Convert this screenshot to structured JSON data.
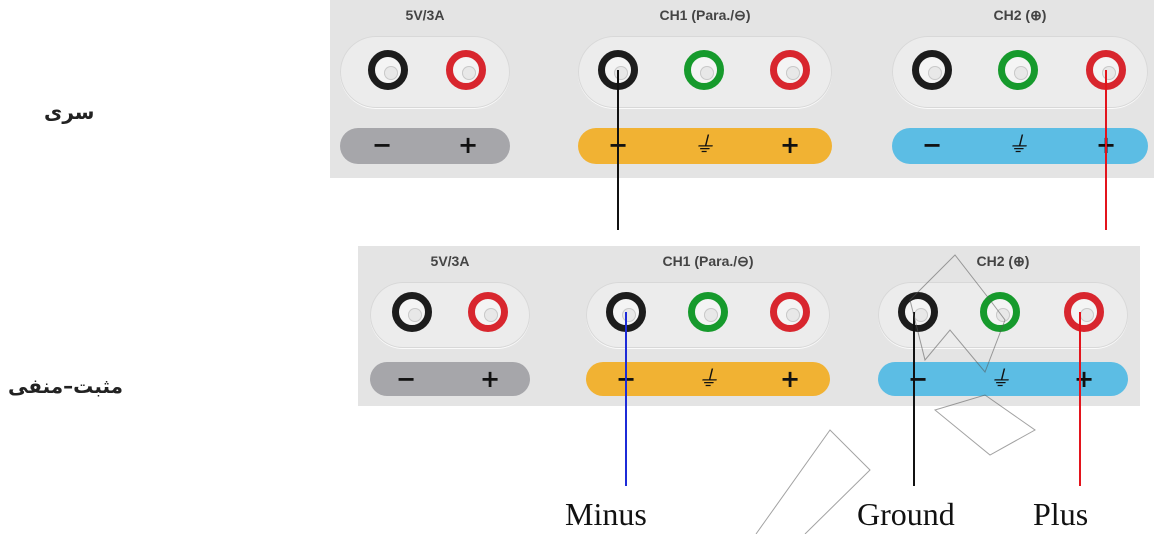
{
  "rows": [
    {
      "mode_label": "سری",
      "channels": [
        {
          "title": "5V/3A",
          "terminals": [
            "black",
            "red"
          ],
          "strip_color": "#a6a6aa",
          "symbols": [
            "−",
            "+"
          ]
        },
        {
          "title": "CH1 (Para./⊖)",
          "terminals": [
            "black",
            "green",
            "red"
          ],
          "strip_color": "#f1b233",
          "symbols": [
            "−",
            "ground",
            "+"
          ]
        },
        {
          "title": "CH2 (⊕)",
          "terminals": [
            "black",
            "green",
            "red"
          ],
          "strip_color": "#5cbde4",
          "symbols": [
            "−",
            "ground",
            "+"
          ]
        }
      ]
    },
    {
      "mode_label": "مثبت–منفی",
      "channels": [
        {
          "title": "5V/3A",
          "terminals": [
            "black",
            "red"
          ],
          "strip_color": "#a6a6aa",
          "symbols": [
            "−",
            "+"
          ]
        },
        {
          "title": "CH1 (Para./⊖)",
          "terminals": [
            "black",
            "green",
            "red"
          ],
          "strip_color": "#f1b233",
          "symbols": [
            "−",
            "ground",
            "+"
          ]
        },
        {
          "title": "CH2 (⊕)",
          "terminals": [
            "black",
            "green",
            "red"
          ],
          "strip_color": "#5cbde4",
          "symbols": [
            "−",
            "ground",
            "+"
          ]
        }
      ]
    }
  ],
  "wire_labels": {
    "minus": "Minus",
    "ground": "Ground",
    "plus": "Plus"
  },
  "colors": {
    "black_wire": "#111111",
    "red_wire": "#e3141c",
    "blue_wire": "#1c2bd8"
  },
  "symbols": {
    "minus": "−",
    "plus": "+",
    "ground": "⏚"
  }
}
